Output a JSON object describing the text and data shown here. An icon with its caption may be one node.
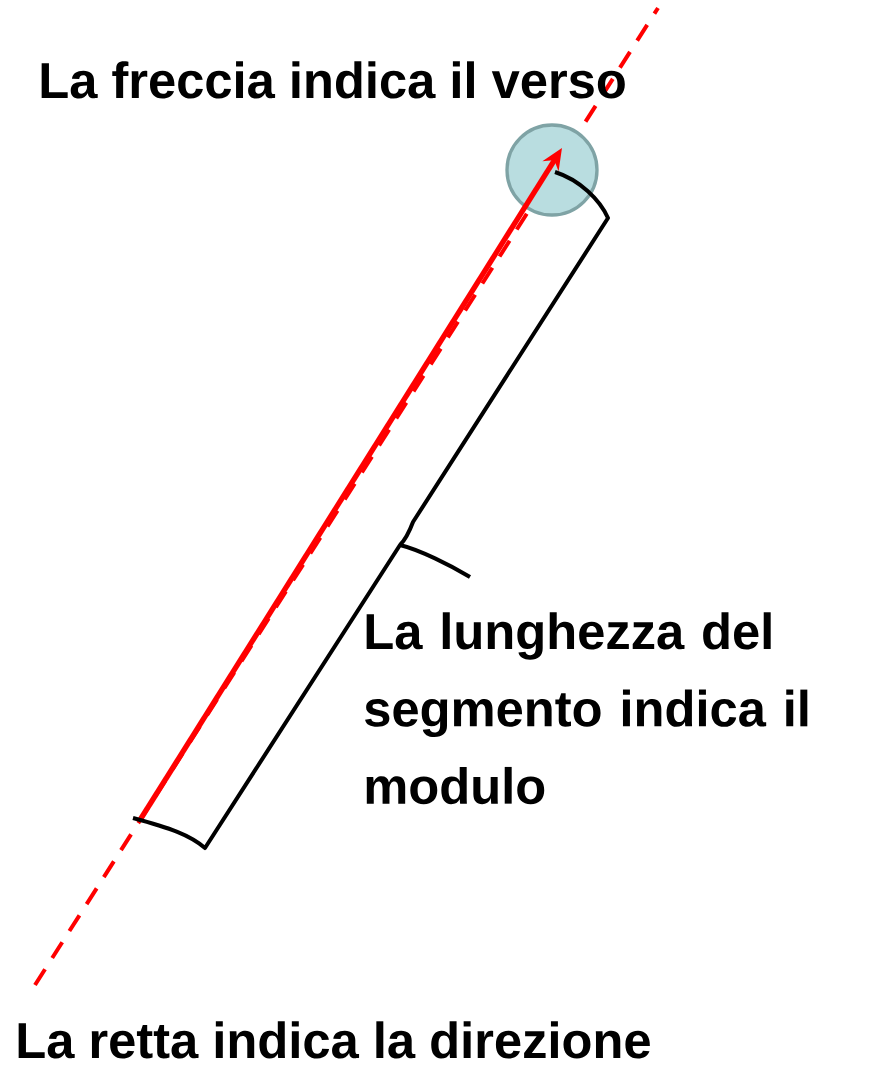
{
  "diagram": {
    "labels": [
      "La freccia indica il verso",
      "La lunghezza del segmento indica il modulo",
      "La retta indica la direzione"
    ]
  }
}
